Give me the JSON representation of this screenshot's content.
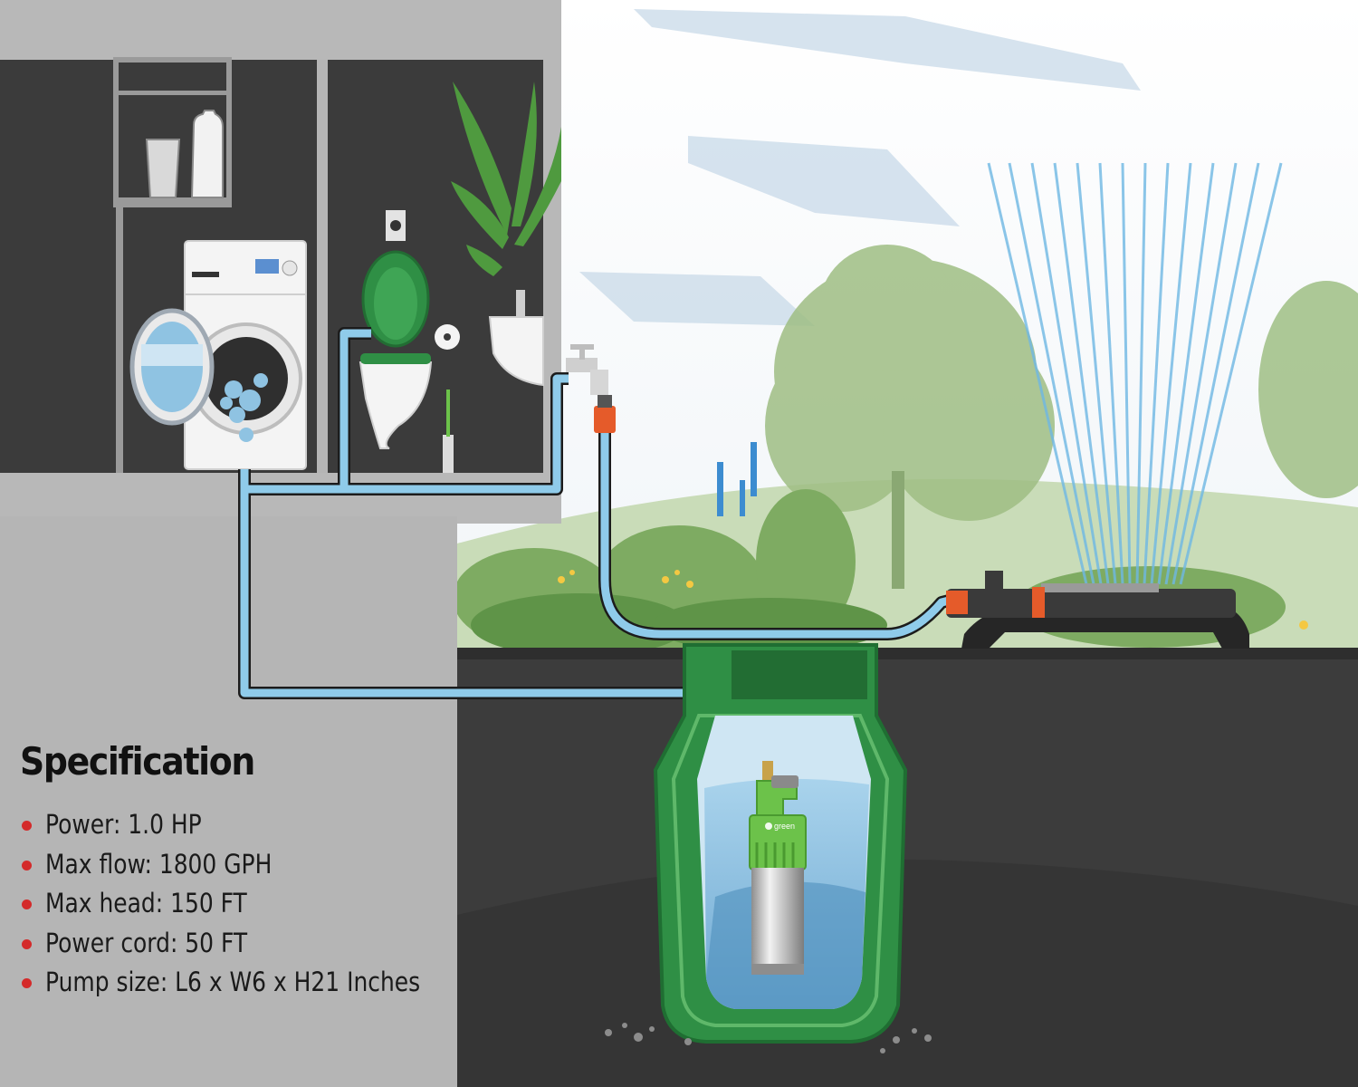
{
  "specification": {
    "heading": "Specification",
    "items": [
      "Power: 1.0 HP",
      "Max flow: 1800 GPH",
      "Max head: 150 FT",
      "Power cord: 50 FT",
      "Pump size: L6 x W6 x H21 Inches"
    ],
    "bullet_color": "#d42a2a"
  },
  "pump": {
    "brand_mark": "green"
  },
  "colors": {
    "wall_dark": "#3a3a3a",
    "wall_grey": "#b5b5b5",
    "ground": "#3c3c3c",
    "tank_green": "#2f8f45",
    "water": "#8fc3e2",
    "pipe": "#8fcbea",
    "pump_green": "#6cc24a",
    "spray": "#6fb8e4"
  }
}
